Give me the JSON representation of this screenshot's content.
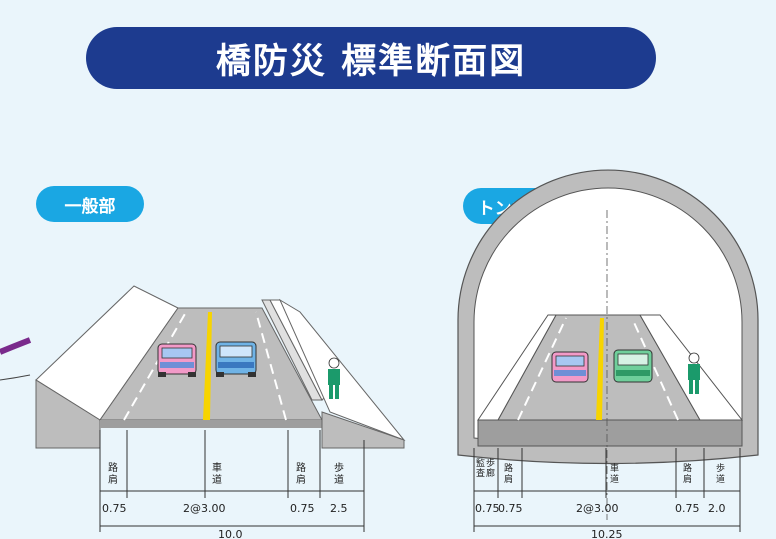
{
  "title": "橋防災 標準断面図",
  "general": {
    "tag": "一般部",
    "labels": {
      "shoulder": [
        "路",
        "肩"
      ],
      "roadway": [
        "車",
        "道"
      ],
      "shoulder2": [
        "路",
        "肩"
      ],
      "sidewalk": [
        "歩",
        "道"
      ]
    },
    "dims": {
      "shoulder_left": "0.75",
      "lanes": "2@3.00",
      "shoulder_right": "0.75",
      "sidewalk": "2.5",
      "total": "10.0"
    }
  },
  "tunnel": {
    "tag": "トンネル部",
    "labels": {
      "inspection": [
        "監",
        "査",
        "歩",
        "廊"
      ],
      "shoulder": [
        "路",
        "肩"
      ],
      "roadway": [
        "車",
        "道"
      ],
      "shoulder2": [
        "路",
        "肩"
      ],
      "sidewalk": [
        "歩",
        "道"
      ]
    },
    "dims": {
      "walkway": "0.75",
      "shoulder_left": "0.75",
      "lanes": "2@3.00",
      "shoulder_right": "0.75",
      "sidewalk": "2.0",
      "total": "10.25"
    }
  },
  "colors": {
    "title_bg": "#1d3b8f",
    "tag_bg": "#1aa7e3",
    "center_line": "#f7d400",
    "car_pink": "#f29ac8",
    "car_blue": "#6fb3e6",
    "car_green": "#6fcf9b",
    "person_green": "#1b9a6b"
  }
}
